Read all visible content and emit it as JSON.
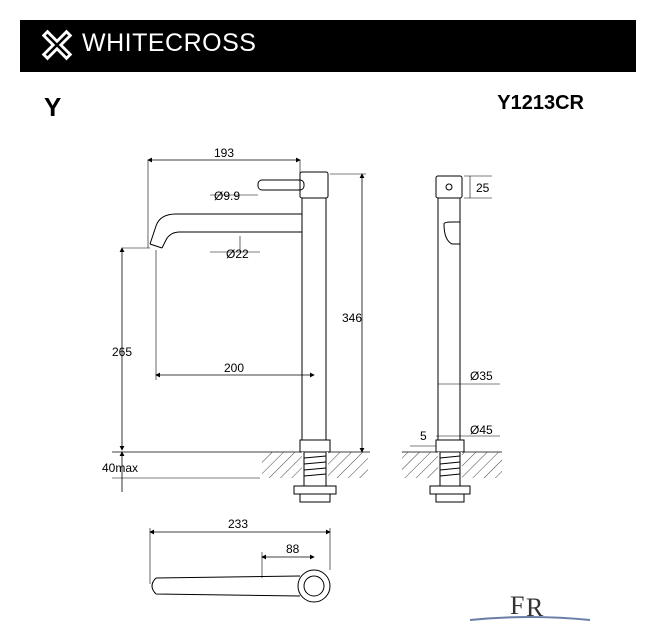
{
  "header": {
    "brand": "WHITECROSS",
    "logo": "cross-logo-icon",
    "background": "#000000"
  },
  "series": "Y",
  "model": "Y1213CR",
  "dimensions": {
    "top_width": "193",
    "spout_outlet": "Ø9.9",
    "spout_pipe": "Ø22",
    "spout_height": "265",
    "body_height": "346",
    "spout_reach": "200",
    "deck_thickness": "40max",
    "handle_height": "25",
    "body_diameter": "Ø35",
    "base_diameter": "Ø45",
    "base_offset": "5",
    "total_length": "233",
    "handle_length": "88"
  },
  "footer_logo": "fr-logo-icon"
}
